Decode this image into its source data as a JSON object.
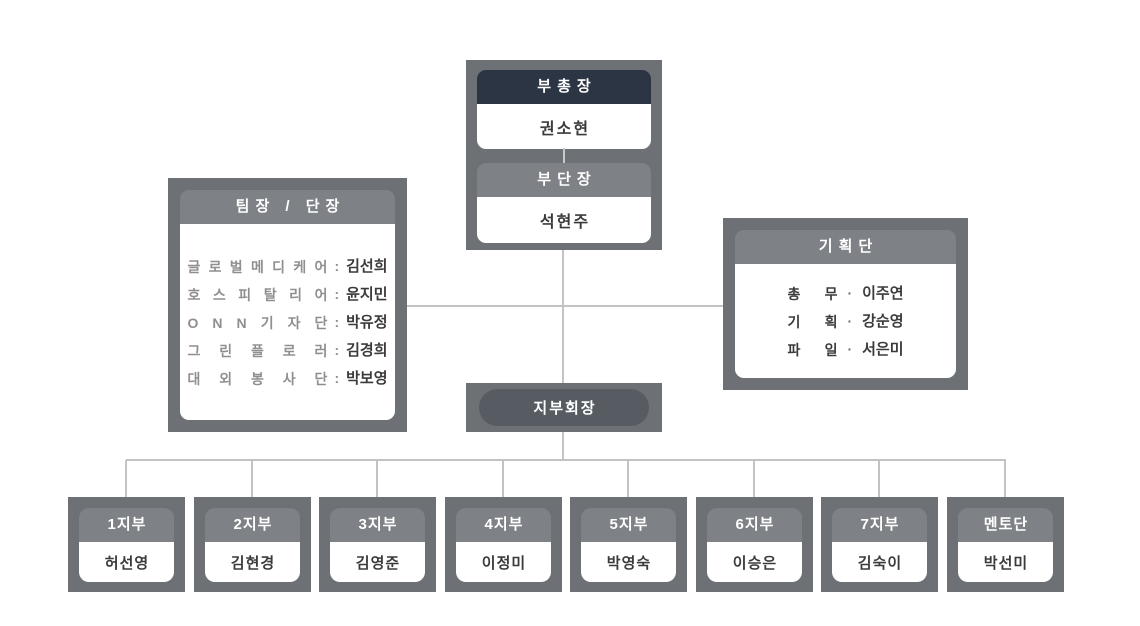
{
  "palette": {
    "frame_gray": "#6d7074",
    "header_gray": "#7e8185",
    "header_navy": "#2b3543",
    "pill_gray": "#575c62",
    "line_gray": "#c3c3c3",
    "label_gray": "#8f8f8f",
    "name_dark": "#3b3b3b"
  },
  "executives": {
    "vice_president": {
      "title": "부총장",
      "name": "권소현"
    },
    "deputy_head": {
      "title": "부단장",
      "name": "석현주"
    }
  },
  "team_leaders": {
    "title": "팀장 / 단장",
    "separator": ":",
    "items": [
      {
        "label": "글로벌메디케어",
        "name": "김선희"
      },
      {
        "label": "호스피탈리어",
        "name": "윤지민"
      },
      {
        "label": "ONN기자단",
        "name": "박유정"
      },
      {
        "label": "그린플로러",
        "name": "김경희"
      },
      {
        "label": "대외봉사단",
        "name": "박보영"
      }
    ]
  },
  "planning": {
    "title": "기획단",
    "separator": "·",
    "items": [
      {
        "label": "총무",
        "name": "이주연"
      },
      {
        "label": "기획",
        "name": "강순영"
      },
      {
        "label": "파일",
        "name": "서은미"
      }
    ]
  },
  "branch_chair": {
    "title": "지부회장"
  },
  "branches": [
    {
      "title": "1지부",
      "name": "허선영"
    },
    {
      "title": "2지부",
      "name": "김현경"
    },
    {
      "title": "3지부",
      "name": "김영준"
    },
    {
      "title": "4지부",
      "name": "이정미"
    },
    {
      "title": "5지부",
      "name": "박영숙"
    },
    {
      "title": "6지부",
      "name": "이승은"
    },
    {
      "title": "7지부",
      "name": "김숙이"
    },
    {
      "title": "멘토단",
      "name": "박선미"
    }
  ]
}
